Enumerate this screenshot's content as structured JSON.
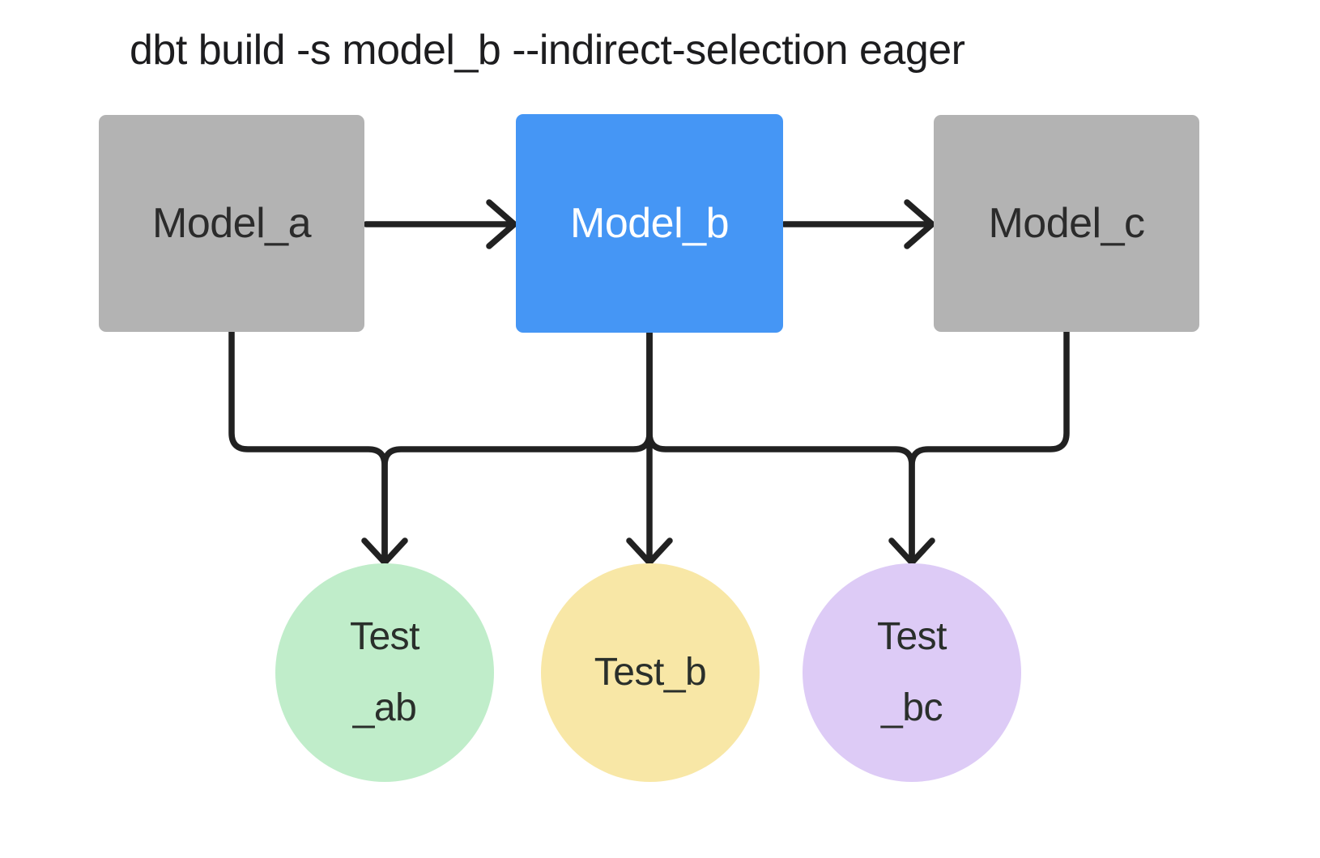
{
  "title": "dbt build -s model_b --indirect-selection eager",
  "colors": {
    "edge": "#212121",
    "model_default": "#b3b3b3",
    "model_selected": "#4596f5",
    "test_ab": "#c0edca",
    "test_b": "#f8e7a6",
    "test_bc": "#ddcbf6"
  },
  "nodes": {
    "model_a": {
      "label": "Model_a",
      "type": "model",
      "selected": false
    },
    "model_b": {
      "label": "Model_b",
      "type": "model",
      "selected": true
    },
    "model_c": {
      "label": "Model_c",
      "type": "model",
      "selected": false
    },
    "test_ab": {
      "lines": [
        "Test",
        "_ab"
      ],
      "type": "test"
    },
    "test_b": {
      "lines": [
        "Test_b"
      ],
      "type": "test"
    },
    "test_bc": {
      "lines": [
        "Test",
        "_bc"
      ],
      "type": "test"
    }
  },
  "edges": [
    {
      "from": "Model_a",
      "to": "Model_b"
    },
    {
      "from": "Model_b",
      "to": "Model_c"
    },
    {
      "from": "Model_a",
      "to": "Test_ab"
    },
    {
      "from": "Model_b",
      "to": "Test_ab"
    },
    {
      "from": "Model_b",
      "to": "Test_b"
    },
    {
      "from": "Model_b",
      "to": "Test_bc"
    },
    {
      "from": "Model_c",
      "to": "Test_bc"
    }
  ]
}
